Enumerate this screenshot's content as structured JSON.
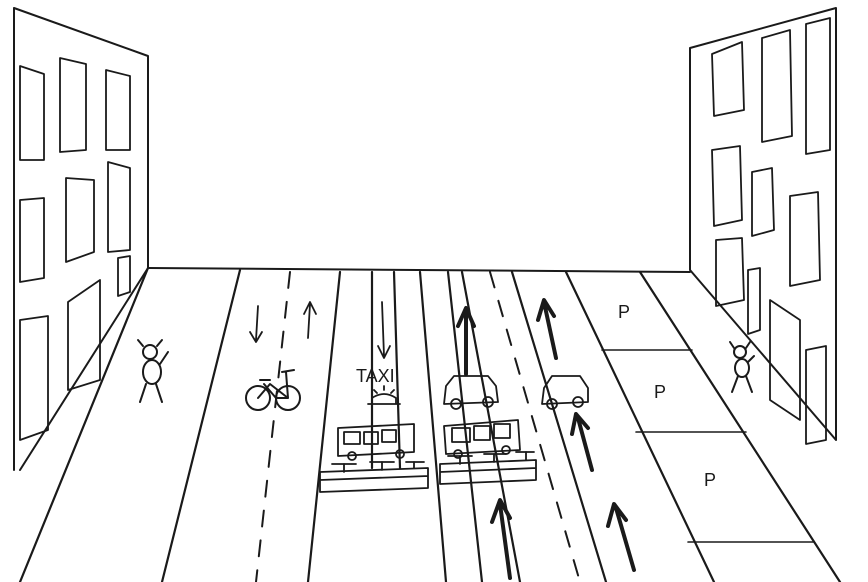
{
  "labels": {
    "taxi": "TAXI",
    "parking": [
      "P",
      "P",
      "P"
    ]
  },
  "colors": {
    "ink": "#1a1a1a",
    "paper": "#ffffff"
  }
}
